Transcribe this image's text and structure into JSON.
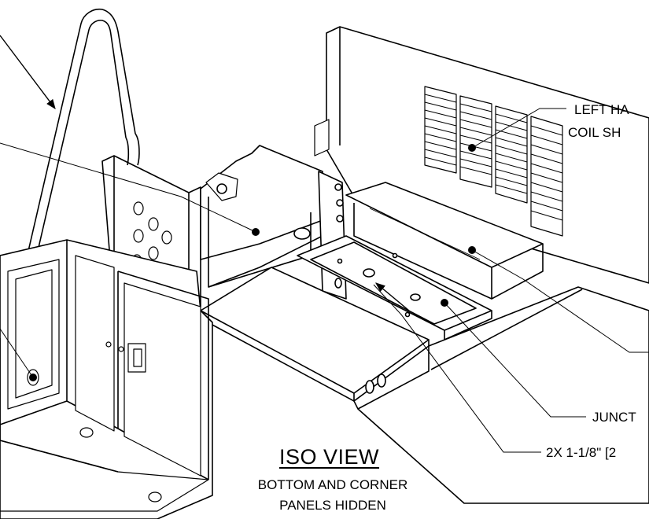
{
  "callouts": {
    "left_hand_coil_line1": "LEFT HA",
    "left_hand_coil_line2": "COIL SH",
    "junction": "JUNCT",
    "holes": "2X 1-1/8\" [2"
  },
  "view": {
    "title": "ISO VIEW",
    "subtitle_line1": "BOTTOM AND CORNER",
    "subtitle_line2": "PANELS HIDDEN"
  }
}
